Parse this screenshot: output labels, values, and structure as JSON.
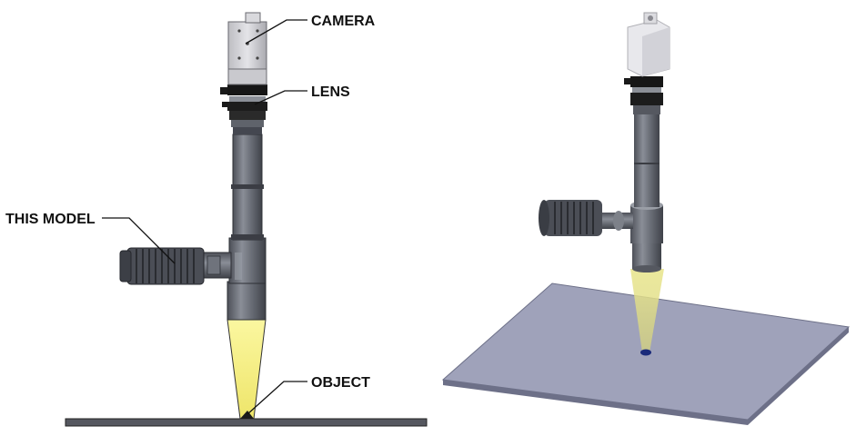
{
  "labels": {
    "camera": "CAMERA",
    "lens": "LENS",
    "this_model": "THIS MODEL",
    "object": "OBJECT"
  },
  "colors": {
    "metal_dark": "#5a5d66",
    "metal_mid": "#7c808a",
    "metal_light": "#a5a9b1",
    "ring_black": "#151515",
    "camera_body": "#d8d8dc",
    "light_beam": "#f6f28a",
    "plate_top": "#9fa2ba",
    "plate_edge": "#6d7088"
  },
  "icons": [
    "leader-line",
    "light-cone",
    "cooling-fins"
  ]
}
